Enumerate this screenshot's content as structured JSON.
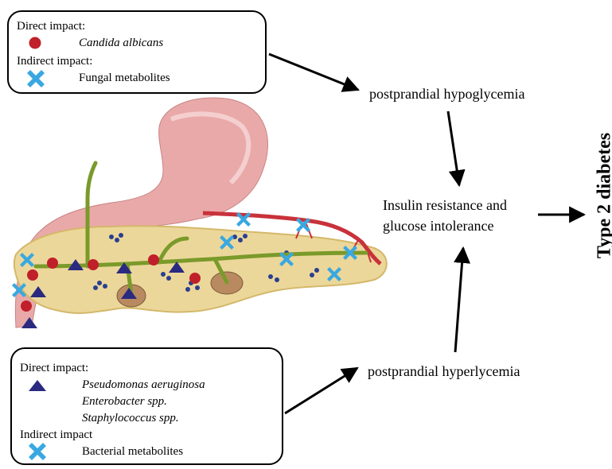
{
  "legend_top": {
    "direct_label": "Direct impact:",
    "direct_items": [
      "Candida albicans"
    ],
    "indirect_label": "Indirect impact:",
    "indirect_items": [
      "Fungal metabolites"
    ]
  },
  "legend_bottom": {
    "direct_label": "Direct impact:",
    "direct_items": [
      "Pseudomonas aeruginosa",
      "Enterobacter spp.",
      "Staphylococcus spp."
    ],
    "indirect_label": "Indirect impact",
    "indirect_items": [
      "Bacterial metabolites"
    ]
  },
  "nodes": {
    "hypoglycemia": "postprandial hypoglycemia",
    "insulin_line1": "Insulin resistance and",
    "insulin_line2": "glucose intolerance",
    "hyperglycemia": "postprandial hyperlycemia",
    "outcome": "Type 2 diabetes"
  },
  "colors": {
    "fungus_marker": "#c0202a",
    "bacteria_marker": "#2a2a80",
    "metabolite_marker": "#3aa8e0",
    "stomach": "#e9a9a9",
    "pancreas": "#ecd79a",
    "duct": "#7a9a2a",
    "vessel": "#c8323a"
  },
  "icons": {
    "fungus": "red-circle",
    "bacteria": "navy-triangle",
    "metabolite": "blue-cross"
  }
}
